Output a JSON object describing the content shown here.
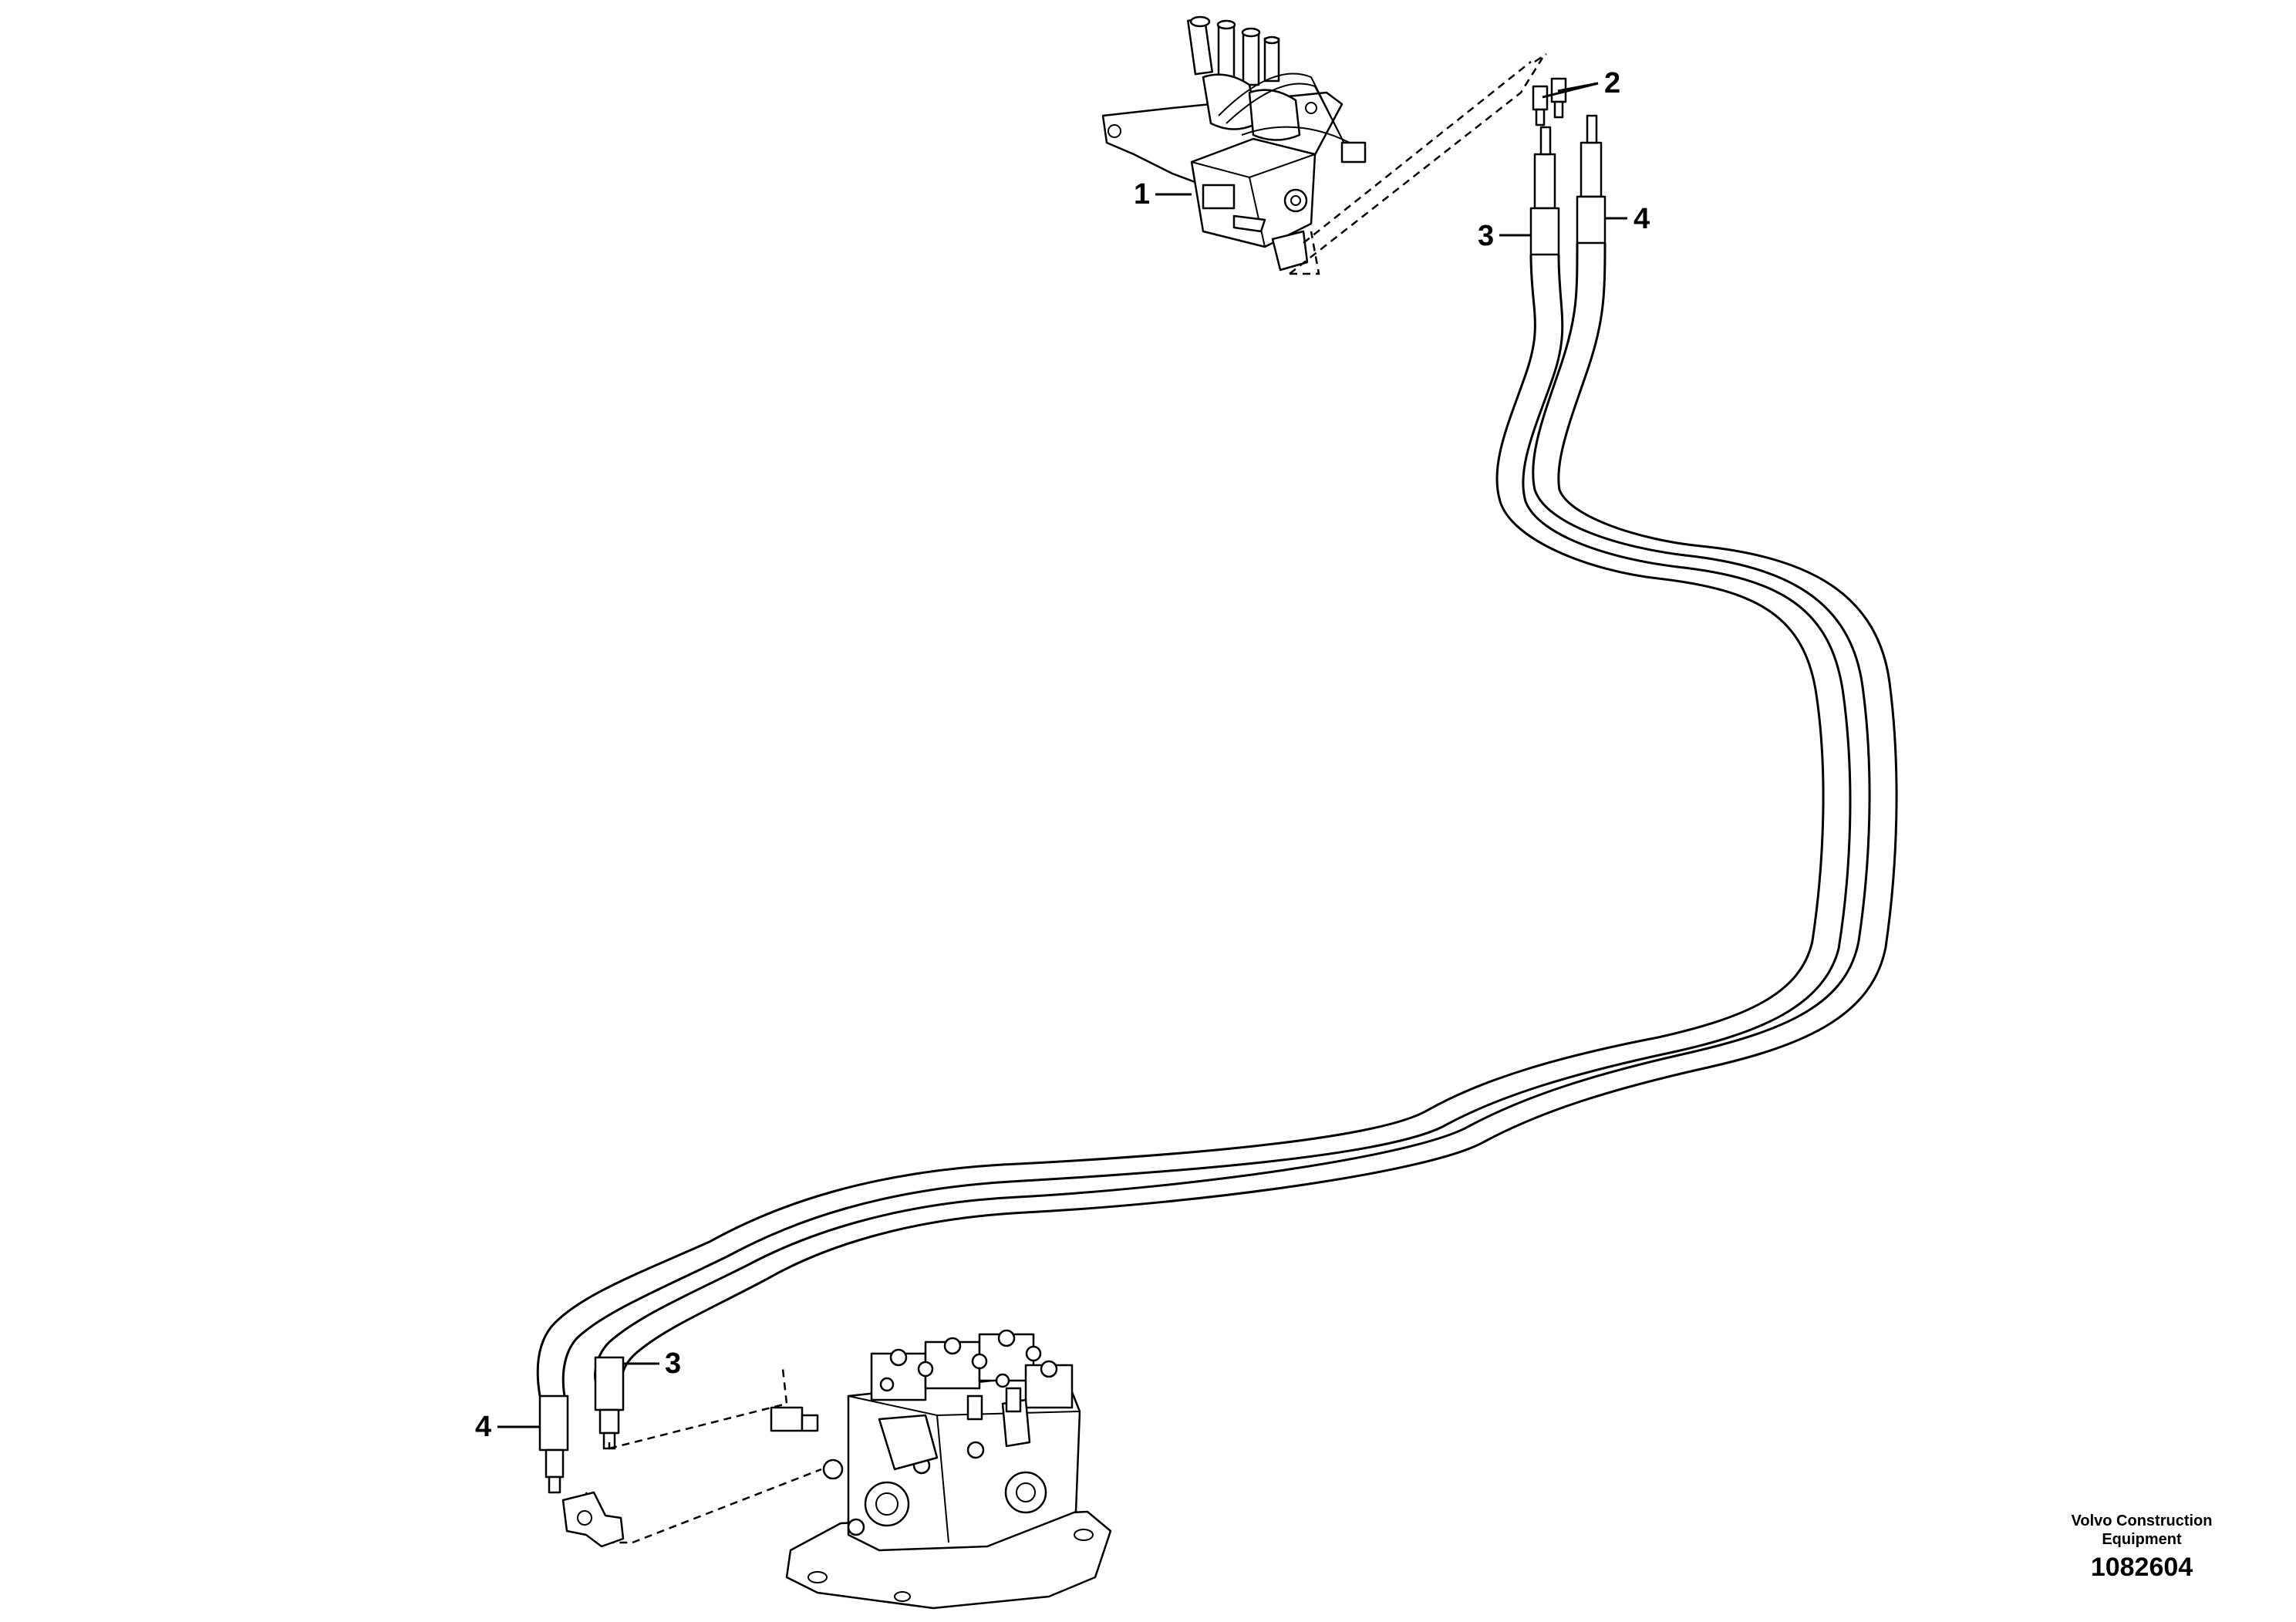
{
  "callouts": {
    "c1": "1",
    "c2": "2",
    "c3_top": "3",
    "c4_top": "4",
    "c3_bottom": "3",
    "c4_bottom": "4"
  },
  "credit": {
    "line1": "Volvo Construction",
    "line2": "Equipment",
    "number": "1082604"
  },
  "icons": {
    "pilot_valve": "pilot-valve-icon",
    "control_valve": "control-valve-icon",
    "hose_pair": "hydraulic-hose-icon"
  },
  "colors": {
    "line": "#000000",
    "background": "#ffffff"
  }
}
